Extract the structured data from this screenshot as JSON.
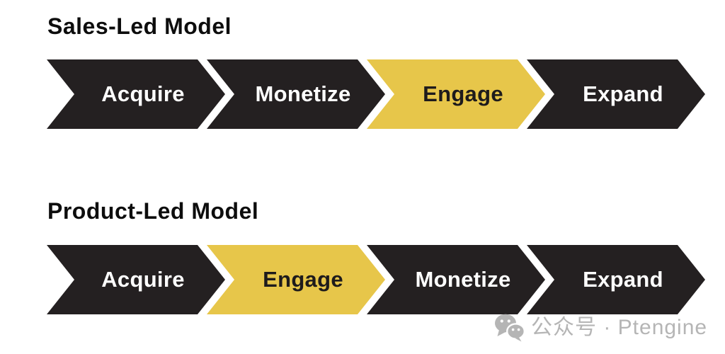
{
  "colors": {
    "background": "#ffffff",
    "arrow_black": "#242021",
    "arrow_yellow": "#e7c64a",
    "label_on_black": "#ffffff",
    "label_on_yellow": "#1e1b1c",
    "title_color": "#0d0d0d",
    "watermark_color": "#b5b5b5"
  },
  "models": [
    {
      "title": "Sales-Led Model",
      "stages": [
        {
          "label": "Acquire",
          "highlighted": false
        },
        {
          "label": "Monetize",
          "highlighted": false
        },
        {
          "label": "Engage",
          "highlighted": true
        },
        {
          "label": "Expand",
          "highlighted": false
        }
      ]
    },
    {
      "title": "Product-Led Model",
      "stages": [
        {
          "label": "Acquire",
          "highlighted": false
        },
        {
          "label": "Engage",
          "highlighted": true
        },
        {
          "label": "Monetize",
          "highlighted": false
        },
        {
          "label": "Expand",
          "highlighted": false
        }
      ]
    }
  ],
  "watermark": {
    "icon": "wechat-icon",
    "text": "公众号 · Ptengine"
  }
}
